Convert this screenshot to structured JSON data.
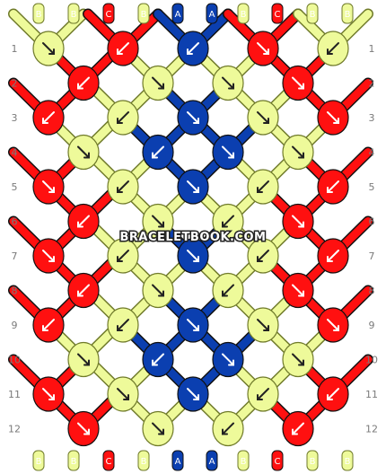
{
  "watermark": "BRACELETBOOK.COM",
  "colors": {
    "A": "#0b3fb0",
    "B": "#eefa9a",
    "C": "#ff1010"
  },
  "strings_top": [
    "B",
    "B",
    "C",
    "B",
    "A",
    "A",
    "B",
    "C",
    "B",
    "B"
  ],
  "strings_bottom": [
    "B",
    "B",
    "C",
    "B",
    "A",
    "A",
    "B",
    "C",
    "B",
    "B"
  ],
  "row_numbers": [
    "1",
    "2",
    "3",
    "4",
    "5",
    "6",
    "7",
    "8",
    "9",
    "10",
    "11",
    "12"
  ],
  "knot_rows": [
    [
      "B-br",
      "C-bl",
      "A-bl",
      "C-br",
      "B-bl"
    ],
    [
      "C-bl",
      "B-br",
      "B-br",
      "C-br"
    ],
    [
      "C-bl",
      "B-bl",
      "A-br",
      "B-br",
      "C-br"
    ],
    [
      "B-br",
      "A-bl",
      "A-br",
      "B-br"
    ],
    [
      "C-br",
      "B-bl",
      "A-br",
      "B-bl",
      "C-bl"
    ],
    [
      "C-bl",
      "B-br",
      "B-bl",
      "C-br"
    ],
    [
      "C-br",
      "B-bl",
      "A-br",
      "B-bl",
      "C-bl"
    ],
    [
      "C-bl",
      "B-br",
      "B-bl",
      "C-br"
    ],
    [
      "C-bl",
      "B-bl",
      "A-br",
      "B-br",
      "C-br"
    ],
    [
      "B-br",
      "A-bl",
      "A-br",
      "B-br"
    ],
    [
      "C-br",
      "B-br",
      "A-br",
      "B-bl",
      "C-bl"
    ],
    [
      "C-br",
      "B-br",
      "B-bl",
      "C-bl"
    ]
  ]
}
